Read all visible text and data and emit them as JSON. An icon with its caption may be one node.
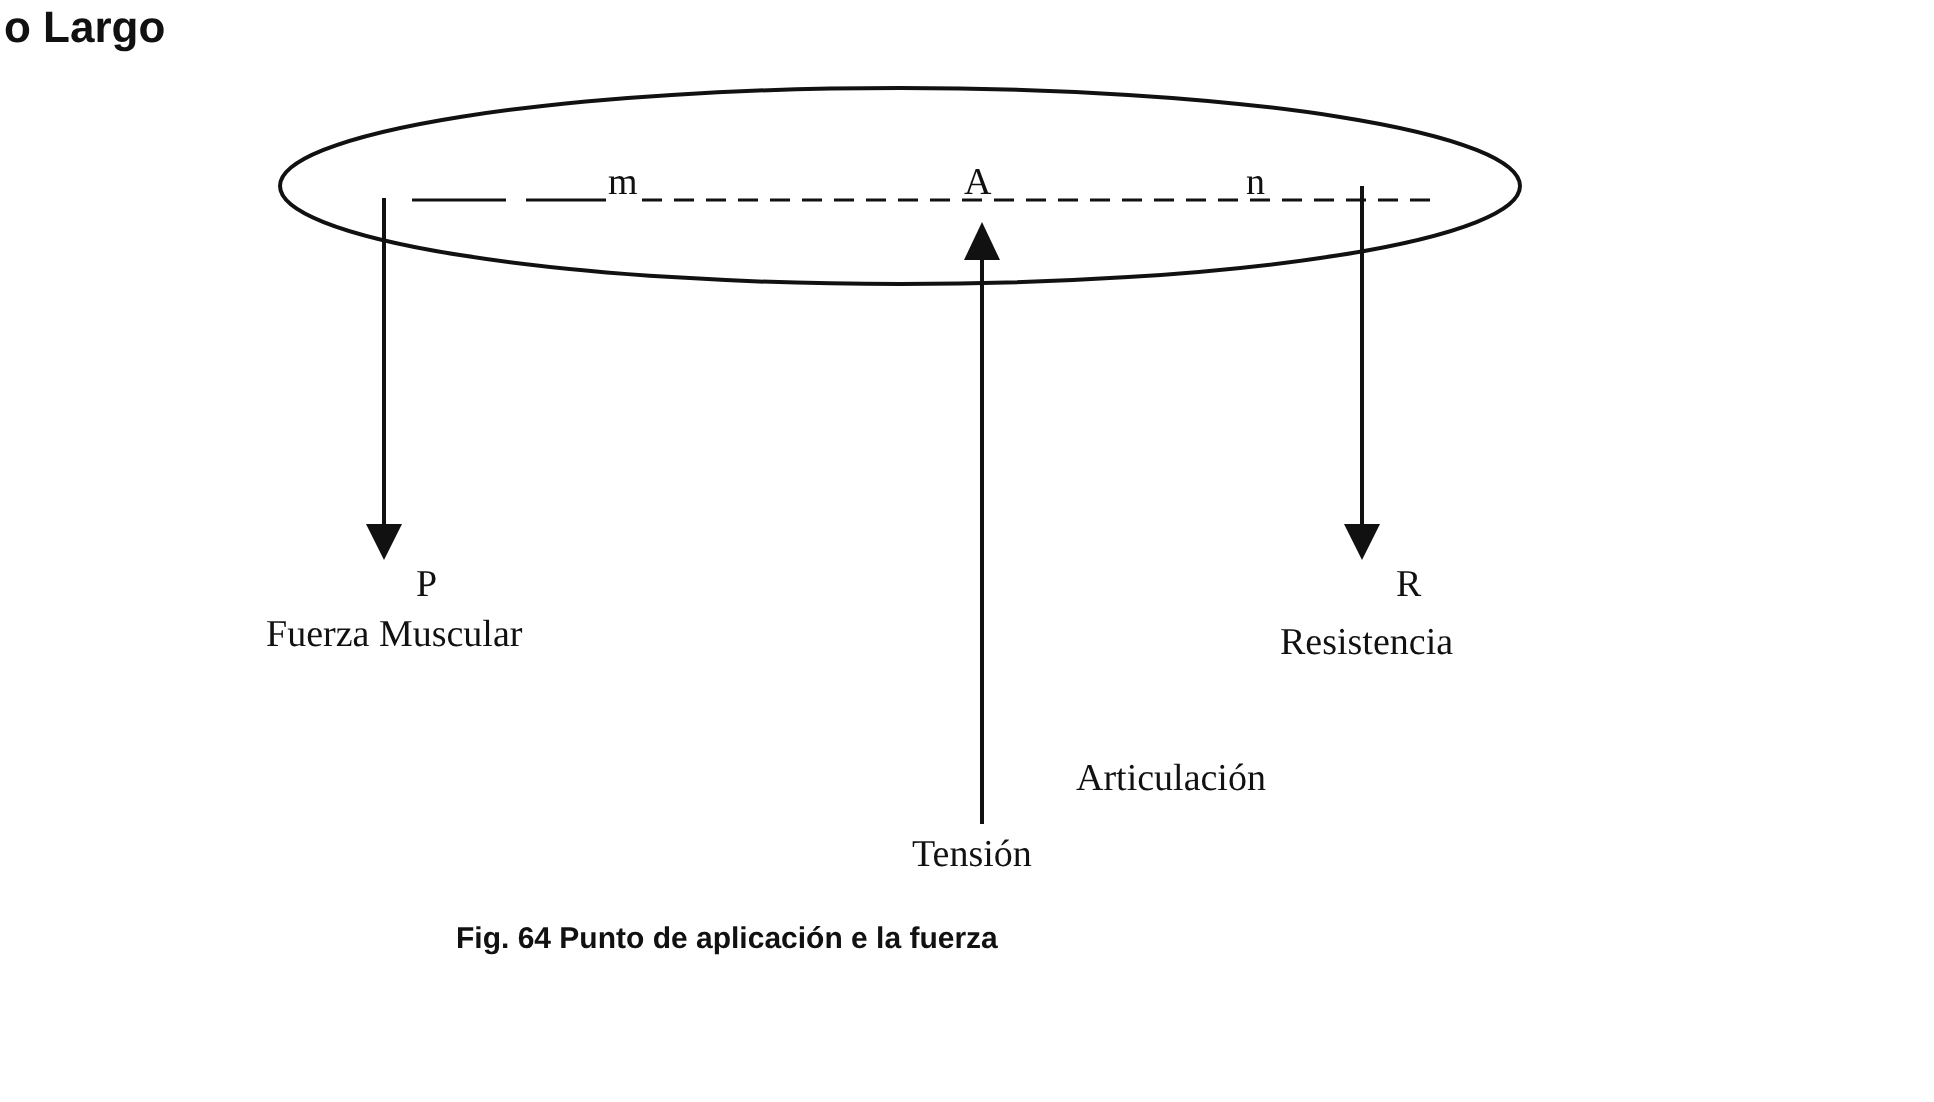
{
  "diagram": {
    "title": "o Largo",
    "caption": "Fig. 64 Punto de aplicación e la fuerza",
    "nodes": [
      {
        "text": [
          "m",
          "A",
          "n"
        ]
      }
    ],
    "labels": [
      "P",
      "Fuerza Muscular",
      "R",
      "Resistencia",
      "Articulación",
      "Tensión"
    ]
  }
}
